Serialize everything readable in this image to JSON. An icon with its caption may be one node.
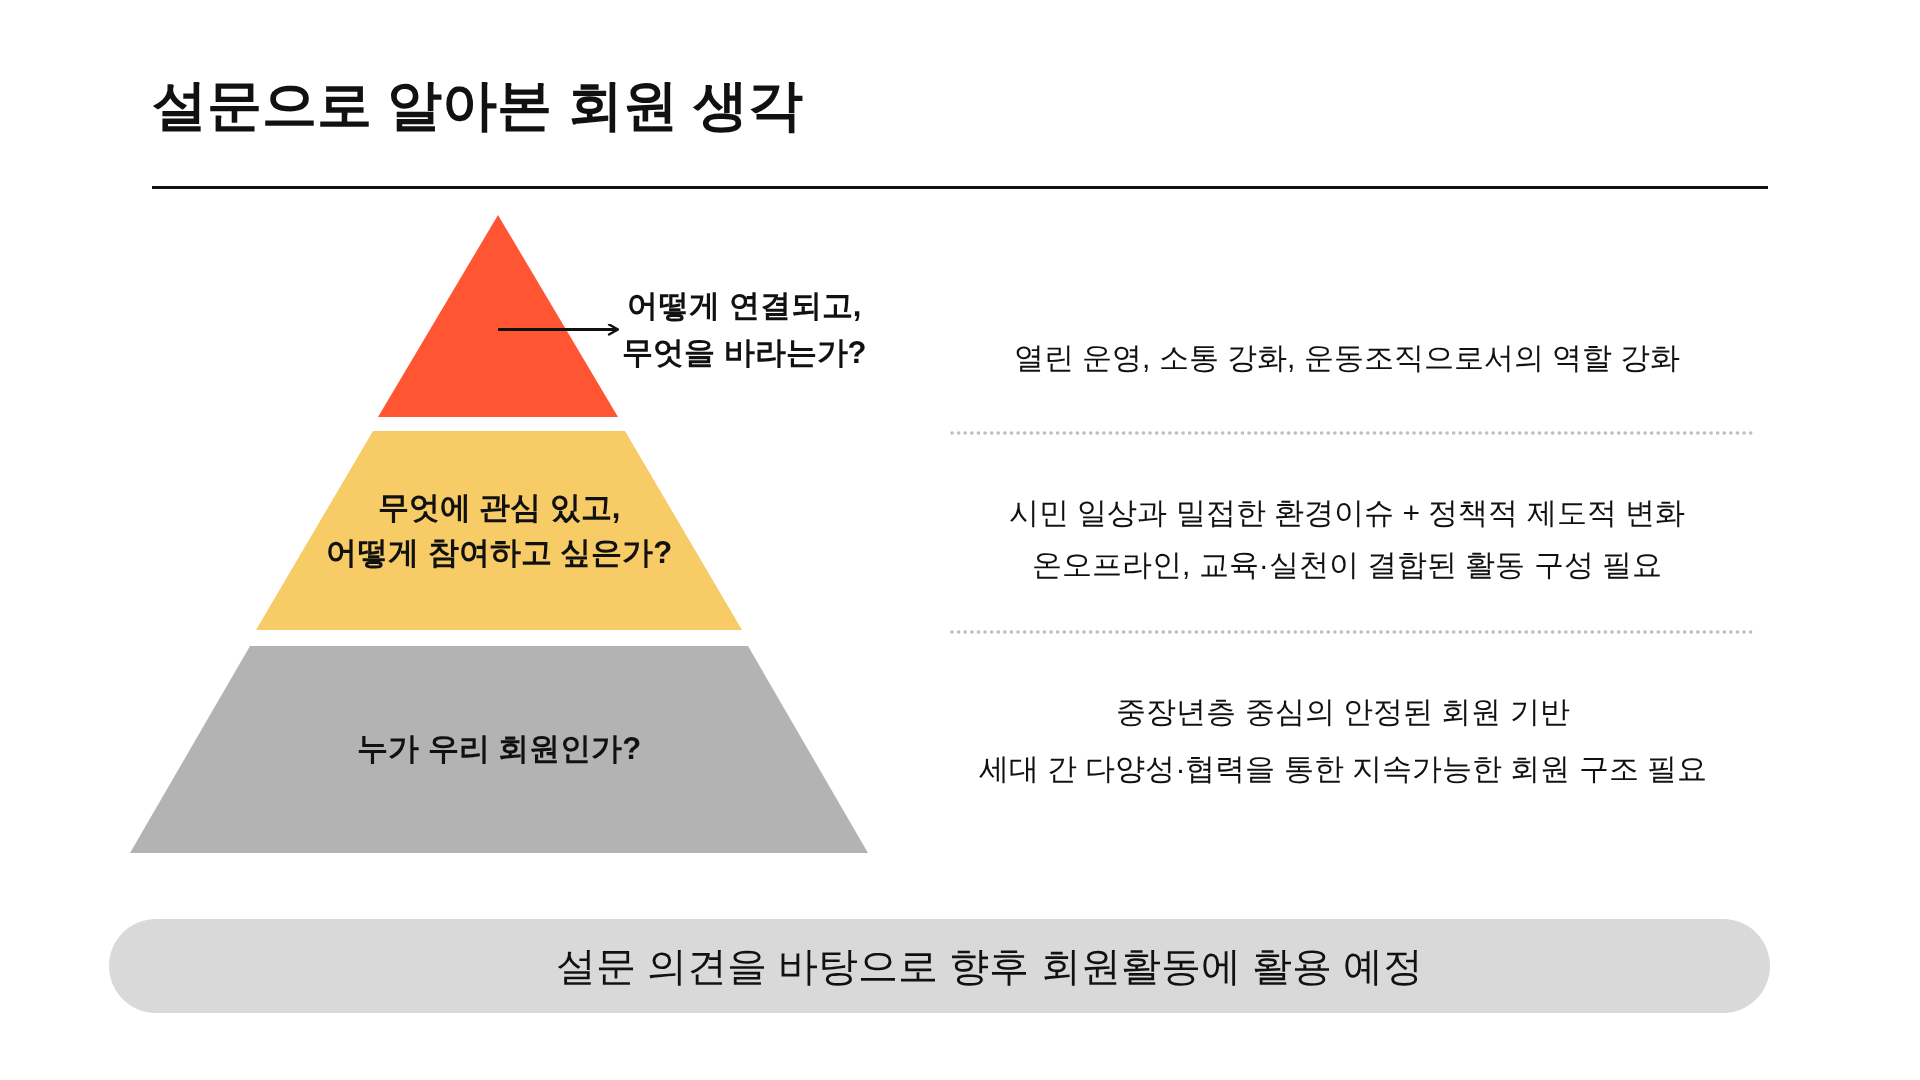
{
  "diagram": {
    "title": "설문으로 알아본 회원 생각",
    "nodes": [
      {
        "text": [],
        "shape": "triangle"
      },
      {
        "text": [
          "어떻게 연결되고, 무엇을 바라는가?"
        ]
      },
      {
        "text": [
          "무엇에 관심 있고, 어떻게 참여하고 싶은가?"
        ]
      },
      {
        "text": [
          "누가 우리 회원인가?"
        ]
      },
      {
        "text": [
          "설문 의견을 바탕으로 향후 회원활동에 활용 예정"
        ]
      }
    ],
    "edges": [
      {
        "from": 0,
        "to": 1,
        "arrow": "to"
      }
    ],
    "labels": [
      "열린 운영, 소통 강화, 운동조직으로서의 역할 강화",
      "시민 일상과 밀접한 환경이슈 + 정책적 제도적 변화",
      "온오프라인, 교육·실천이 결합된 활동 구성 필요",
      "중장년층 중심의 안정된 회원 기반",
      "세대 간 다양성·협력을 통한 지속가능한 회원 구조 필요"
    ]
  }
}
